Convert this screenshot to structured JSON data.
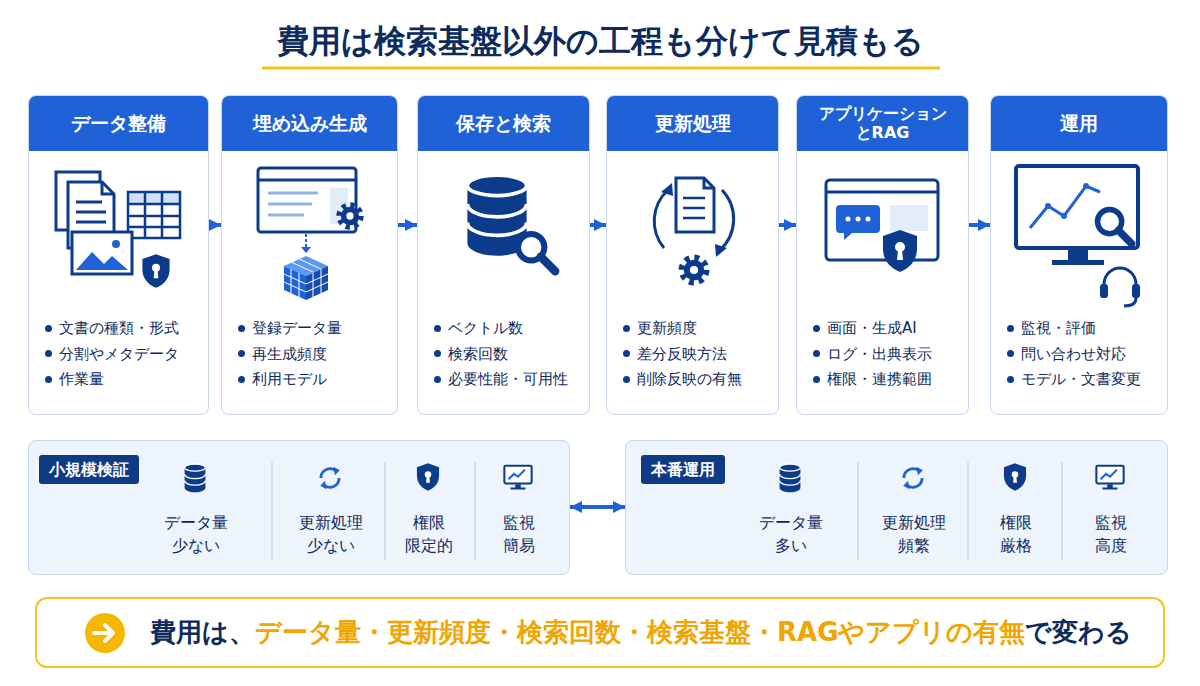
{
  "diagram": {
    "title": "費用は検索基盤以外の工程も分けて見積もる",
    "nodes": [
      {
        "text": [
          "データ整備",
          "文書の種類・形式",
          "分割やメタデータ",
          "作業量"
        ]
      },
      {
        "text": [
          "埋め込み生成",
          "登録データ量",
          "再生成頻度",
          "利用モデル"
        ]
      },
      {
        "text": [
          "保存と検索",
          "ベクトル数",
          "検索回数",
          "必要性能・可用性"
        ]
      },
      {
        "text": [
          "更新処理",
          "更新頻度",
          "差分反映方法",
          "削除反映の有無"
        ]
      },
      {
        "text": [
          "アプリケーション とRAG",
          "画面・生成AI",
          "ログ・出典表示",
          "権限・連携範囲"
        ]
      },
      {
        "text": [
          "運用",
          "監視・評価",
          "問い合わせ対応",
          "モデル・文書変更"
        ]
      },
      {
        "text": [
          "小規模検証",
          "データ量 少ない",
          "更新処理 少ない",
          "権限 限定的",
          "監視 簡易"
        ]
      },
      {
        "text": [
          "本番運用",
          "データ量 多い",
          "更新処理 頻繁",
          "権限 厳格",
          "監視 高度"
        ]
      },
      {
        "text": [
          "費用は、",
          "データ量・更新頻度・検索回数・検索基盤・RAGやアプリの有無",
          "で変わる"
        ]
      }
    ],
    "edges": [
      {
        "from": 0,
        "to": 1,
        "arrow": "to"
      },
      {
        "from": 1,
        "to": 2,
        "arrow": "to"
      },
      {
        "from": 2,
        "to": 3,
        "arrow": "to"
      },
      {
        "from": 3,
        "to": 4,
        "arrow": "to"
      },
      {
        "from": 4,
        "to": 5,
        "arrow": "to"
      },
      {
        "from": 6,
        "to": 7,
        "arrow": "both"
      }
    ]
  }
}
